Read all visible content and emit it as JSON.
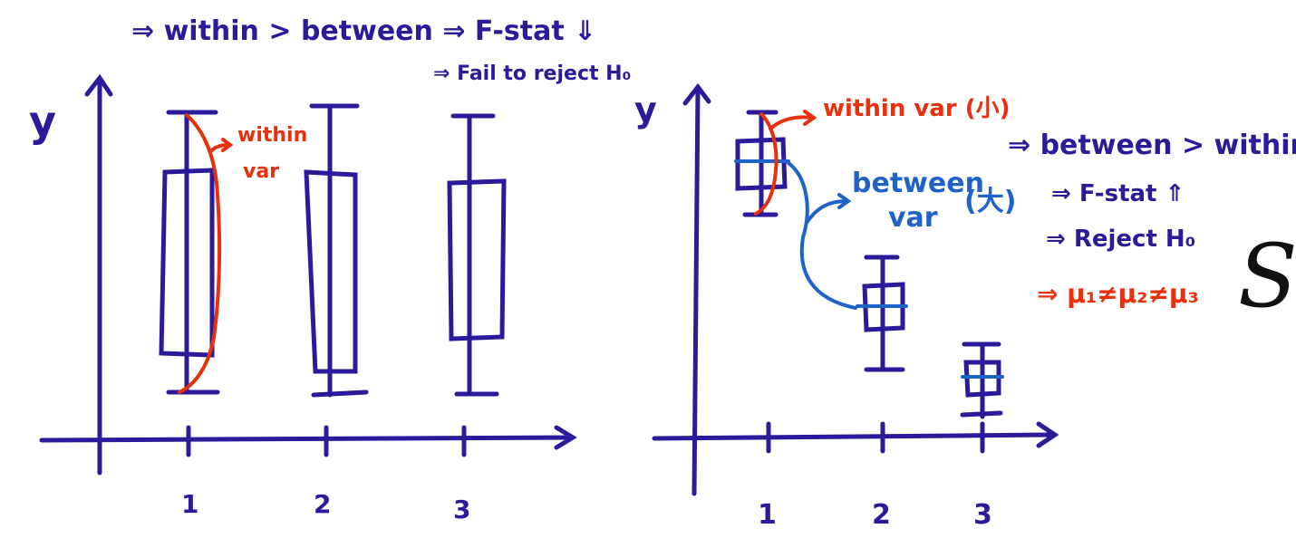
{
  "colors": {
    "ink_purple": "#2b1a99",
    "ink_red": "#e8300c",
    "ink_blue": "#1f62c8",
    "ink_black": "#111111"
  },
  "header": {
    "line1": "⇒ within > between ⇒ F-stat ⇓",
    "line2": "⇒ Fail to reject H₀"
  },
  "left_plot": {
    "y_label": "y",
    "x_ticks": [
      "1",
      "2",
      "3"
    ],
    "annotation": "within var"
  },
  "right_plot": {
    "y_label": "y",
    "x_ticks": [
      "1",
      "2",
      "3"
    ],
    "within_annotation": "within var (小)",
    "between_annotation_1": "between",
    "between_annotation_2": "var",
    "between_annotation_3": "(大)"
  },
  "conclusions": {
    "line1": "⇒ between > within",
    "line2": "⇒ F-stat ⇑",
    "line3": "⇒ Reject H₀",
    "line4": "⇒ μ₁≠μ₂≠μ₃"
  },
  "cut_off_symbol": "S"
}
